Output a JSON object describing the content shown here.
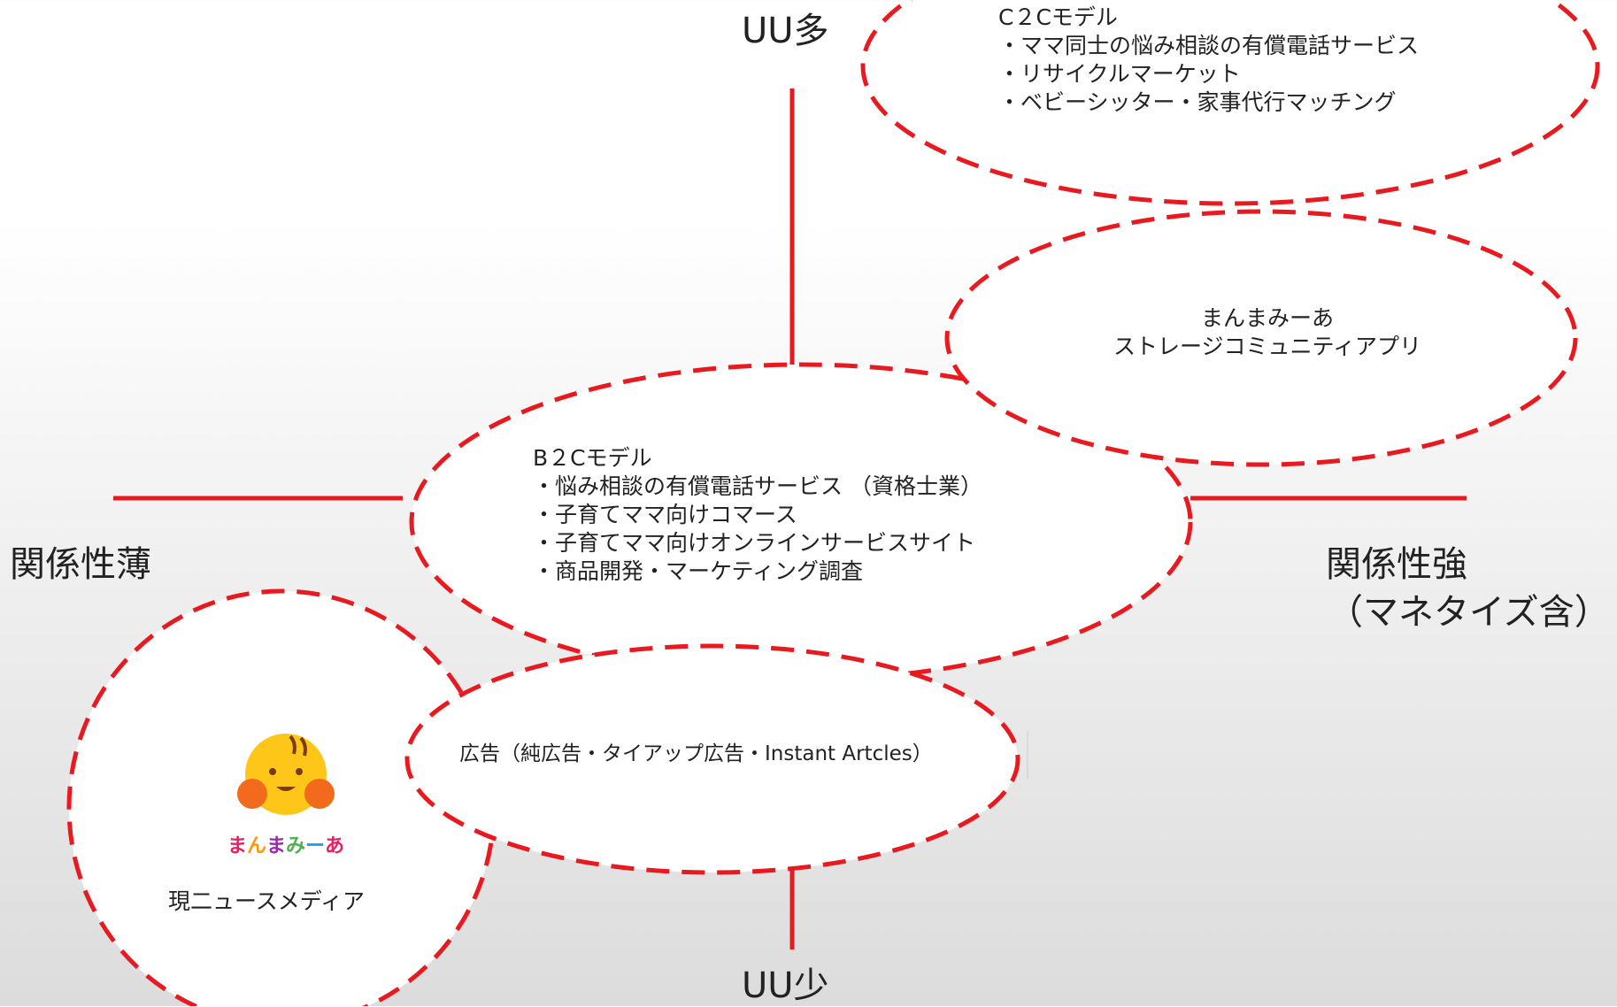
{
  "axes": {
    "top": "UU多",
    "bottom": "UU少",
    "left": "関係性薄",
    "right_line1": "関係性強",
    "right_line2": "（マネタイズ含）"
  },
  "bubbles": {
    "c2c": {
      "title": "C２Cモデル",
      "items": [
        "・ママ同士の悩み相談の有償電話サービス",
        "・リサイクルマーケット",
        "・ベビーシッター・家事代行マッチング"
      ]
    },
    "app": {
      "line1": "まんまみーあ",
      "line2": "ストレージコミュニティアプリ"
    },
    "b2c": {
      "title": "B２Cモデル",
      "items": [
        "・悩み相談の有償電話サービス （資格士業）",
        "・子育てママ向けコマース",
        "・子育てママ向けオンラインサービスサイト",
        "・商品開発・マーケティング調査"
      ]
    },
    "ads": {
      "text": "広告（純広告・タイアップ広告・Instant Artcles）"
    },
    "current": {
      "caption": "現二ュースメディア",
      "logo_text": "まんまみーあ"
    }
  },
  "colors": {
    "axis": "#e8191f",
    "dash": "#e8191f",
    "face": "#ffc61a",
    "cheek": "#f26a1b"
  }
}
